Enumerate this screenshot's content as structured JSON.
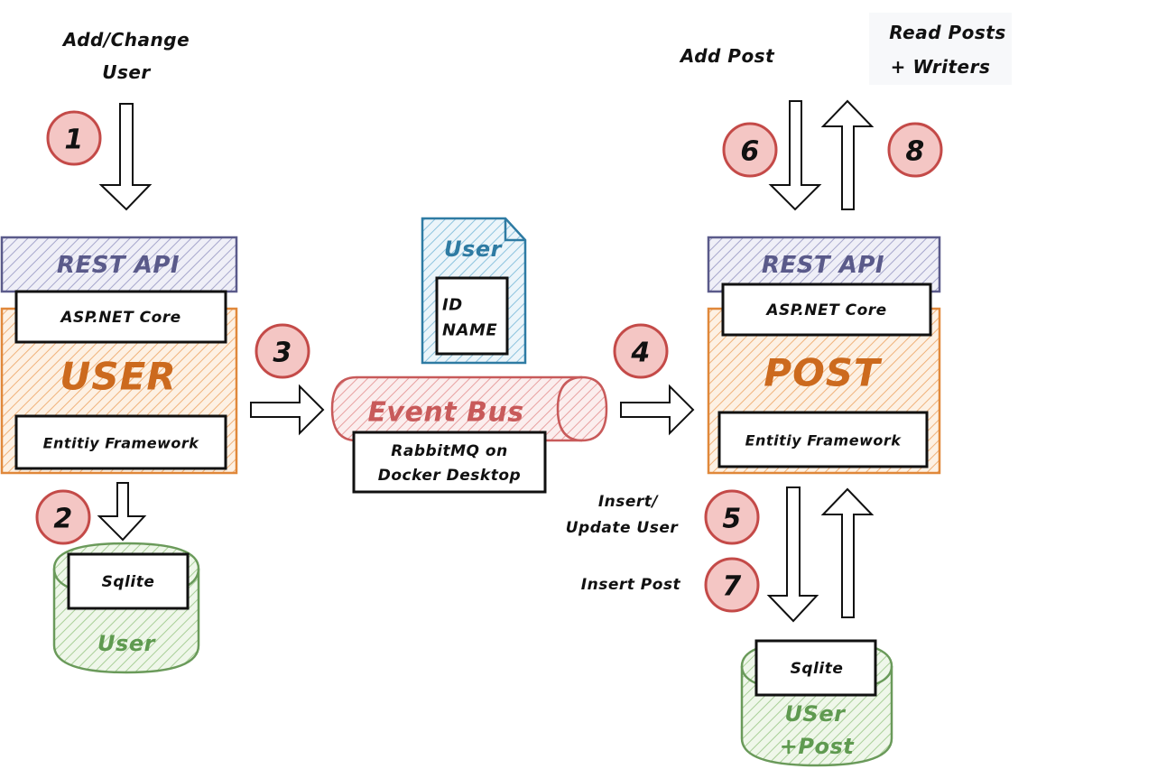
{
  "left_service": {
    "trigger_label_line1": "Add/Change",
    "trigger_label_line2": "User",
    "api_label": "REST API",
    "framework_label": "ASP.NET Core",
    "service_name": "USER",
    "orm_label": "Entitiy Framework",
    "db_label": "Sqlite",
    "db_name": "User"
  },
  "event_bus": {
    "name": "Event Bus",
    "host_line1": "RabbitMQ on",
    "host_line2": "Docker Desktop"
  },
  "message_doc": {
    "title": "User",
    "field1": "ID",
    "field2": "NAME"
  },
  "right_service": {
    "add_label": "Add Post",
    "read_label_line1": "Read Posts",
    "read_label_line2": "+ Writers",
    "api_label": "REST API",
    "framework_label": "ASP.NET Core",
    "service_name": "POST",
    "orm_label": "Entitiy Framework",
    "insert_user_line1": "Insert/",
    "insert_user_line2": "Update User",
    "insert_post_label": "Insert Post",
    "db_label": "Sqlite",
    "db_name_line1": "USer",
    "db_name_line2": "+Post"
  },
  "steps": [
    "1",
    "2",
    "3",
    "4",
    "5",
    "6",
    "7",
    "8"
  ],
  "colors": {
    "api_stroke": "#5a5a8a",
    "api_fill": "#e6e6f2",
    "service_stroke": "#e0883a",
    "service_fill": "#fbe6d2",
    "db_stroke": "#6a9a5a",
    "db_fill": "#e3f0dc",
    "bus_stroke": "#c85a5a",
    "bus_fill": "#f6dcdc",
    "doc_stroke": "#2e7ba3",
    "doc_fill": "#dcedf6",
    "step_fill": "#f4c6c4",
    "step_stroke": "#c44a48"
  }
}
